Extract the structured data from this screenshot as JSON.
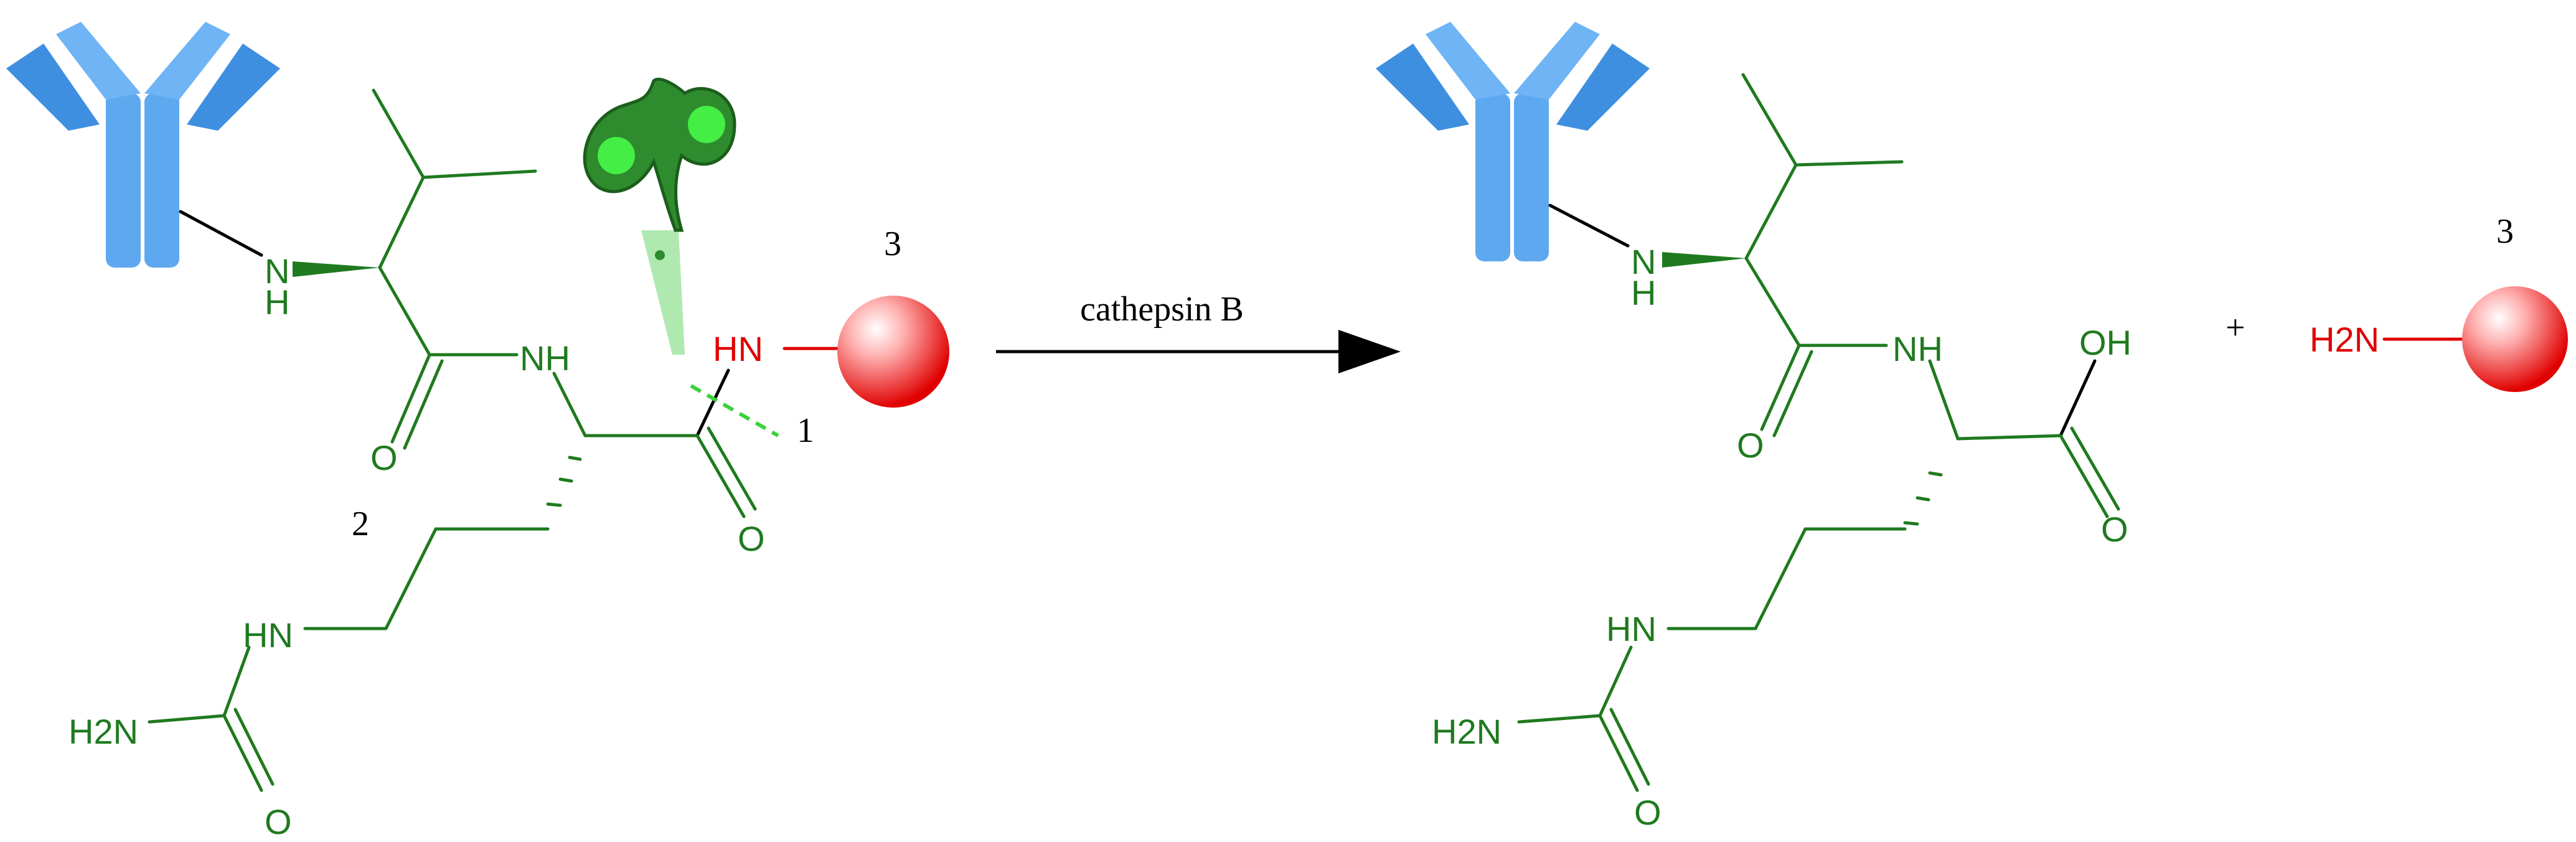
{
  "reaction": {
    "enzyme_label": "cathepsin B",
    "plus_sign": "+"
  },
  "reactant": {
    "nh_top": "N",
    "nh_top_h": "H",
    "nh_mid": "NH",
    "carbonyl_o1": "O",
    "carbonyl_o2": "O",
    "hn_red": "HN",
    "hn_urea": "HN",
    "h2n_urea": "H2N",
    "urea_o": "O",
    "num_1": "1",
    "num_2": "2",
    "num_3": "3"
  },
  "product": {
    "nh_top": "N",
    "nh_top_h": "H",
    "nh_mid": "NH",
    "carbonyl_o1": "O",
    "acid_oh": "OH",
    "acid_o": "O",
    "hn_urea": "HN",
    "h2n_urea": "H2N",
    "urea_o": "O",
    "num_3": "3",
    "released_amine": "H2N"
  },
  "colors": {
    "antibody": "#5ea8f0",
    "peptide_bonds": "#1f7a1f",
    "linker_red": "#e00000",
    "payload_sphere": "#ff3030",
    "scissors": "#2e8b2e"
  },
  "icons": [
    "antibody-icon",
    "scissors-icon",
    "payload-sphere-icon",
    "reaction-arrow-icon"
  ]
}
